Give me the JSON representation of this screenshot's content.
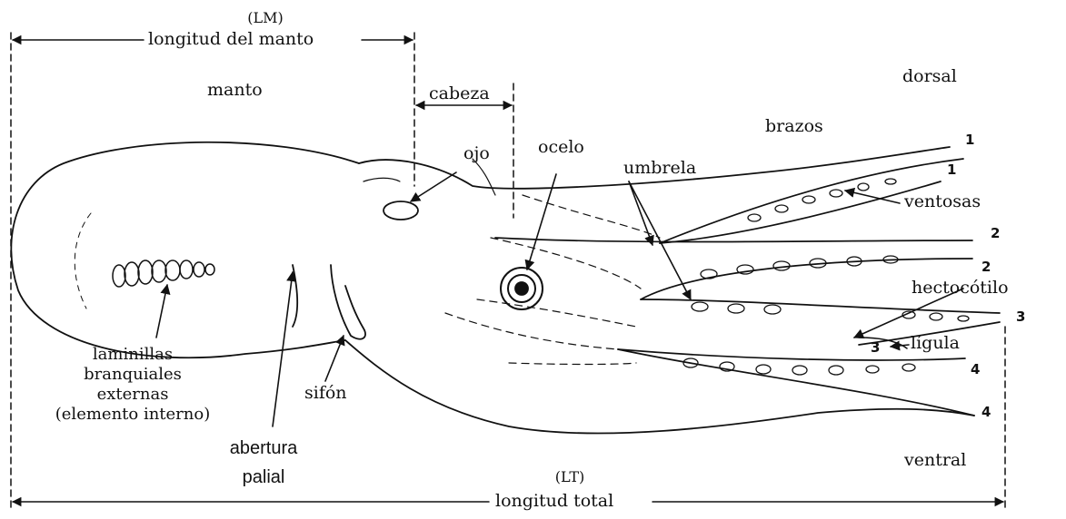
{
  "measures": {
    "lm_abbr": "(LM)",
    "lm_label": "longitud del manto",
    "lt_abbr": "(LT)",
    "lt_label": "longitud total"
  },
  "regions": {
    "manto": "manto",
    "cabeza": "cabeza",
    "dorsal": "dorsal",
    "ventral": "ventral",
    "brazos": "brazos"
  },
  "parts": {
    "ojo": "ojo",
    "ocelo": "ocelo",
    "umbrela": "umbrela",
    "ventosas": "ventosas",
    "hectocotilo": "hectocótilo",
    "ligula": "lígula",
    "sifon": "sifón",
    "laminillas": [
      "laminillas",
      "branquiales",
      "externas",
      "(elemento interno)"
    ],
    "abertura": [
      "abertura",
      "palial"
    ]
  },
  "arm_numbers": {
    "arm1_a": "1",
    "arm1_b": "1",
    "arm2_a": "2",
    "arm2_b": "2",
    "arm3_a": "3",
    "arm3_b": "3",
    "arm4_a": "4",
    "arm4_b": "4"
  },
  "colors": {
    "ink": "#111111",
    "background": "#ffffff"
  }
}
